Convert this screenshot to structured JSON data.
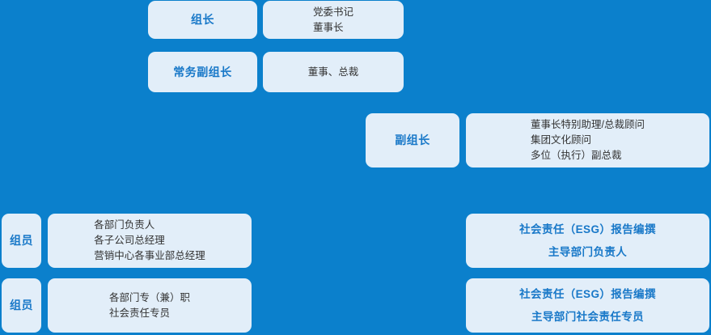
{
  "theme": {
    "background_color": "#0b80cc",
    "card_color": "#e2eef9",
    "accent_text_color": "#1878c8",
    "body_text_color": "#333333"
  },
  "rows": [
    {
      "role": "组长",
      "members": [
        "党委书记",
        "董事长"
      ]
    },
    {
      "role": "常务副组长",
      "members": [
        "董事、总裁"
      ]
    },
    {
      "role": "副组长",
      "members": [
        "董事长特别助理/总裁顾问",
        "集团文化顾问",
        "多位（执行）副总裁"
      ]
    },
    {
      "role": "组员",
      "members": [
        "各部门负责人",
        "各子公司总经理",
        "营销中心各事业部总经理"
      ],
      "highlight": [
        "社会责任（ESG）报告编撰",
        "主导部门负责人"
      ]
    },
    {
      "role": "组员",
      "members": [
        "各部门专（兼）职",
        "社会责任专员"
      ],
      "highlight": [
        "社会责任（ESG）报告编撰",
        "主导部门社会责任专员"
      ]
    }
  ]
}
